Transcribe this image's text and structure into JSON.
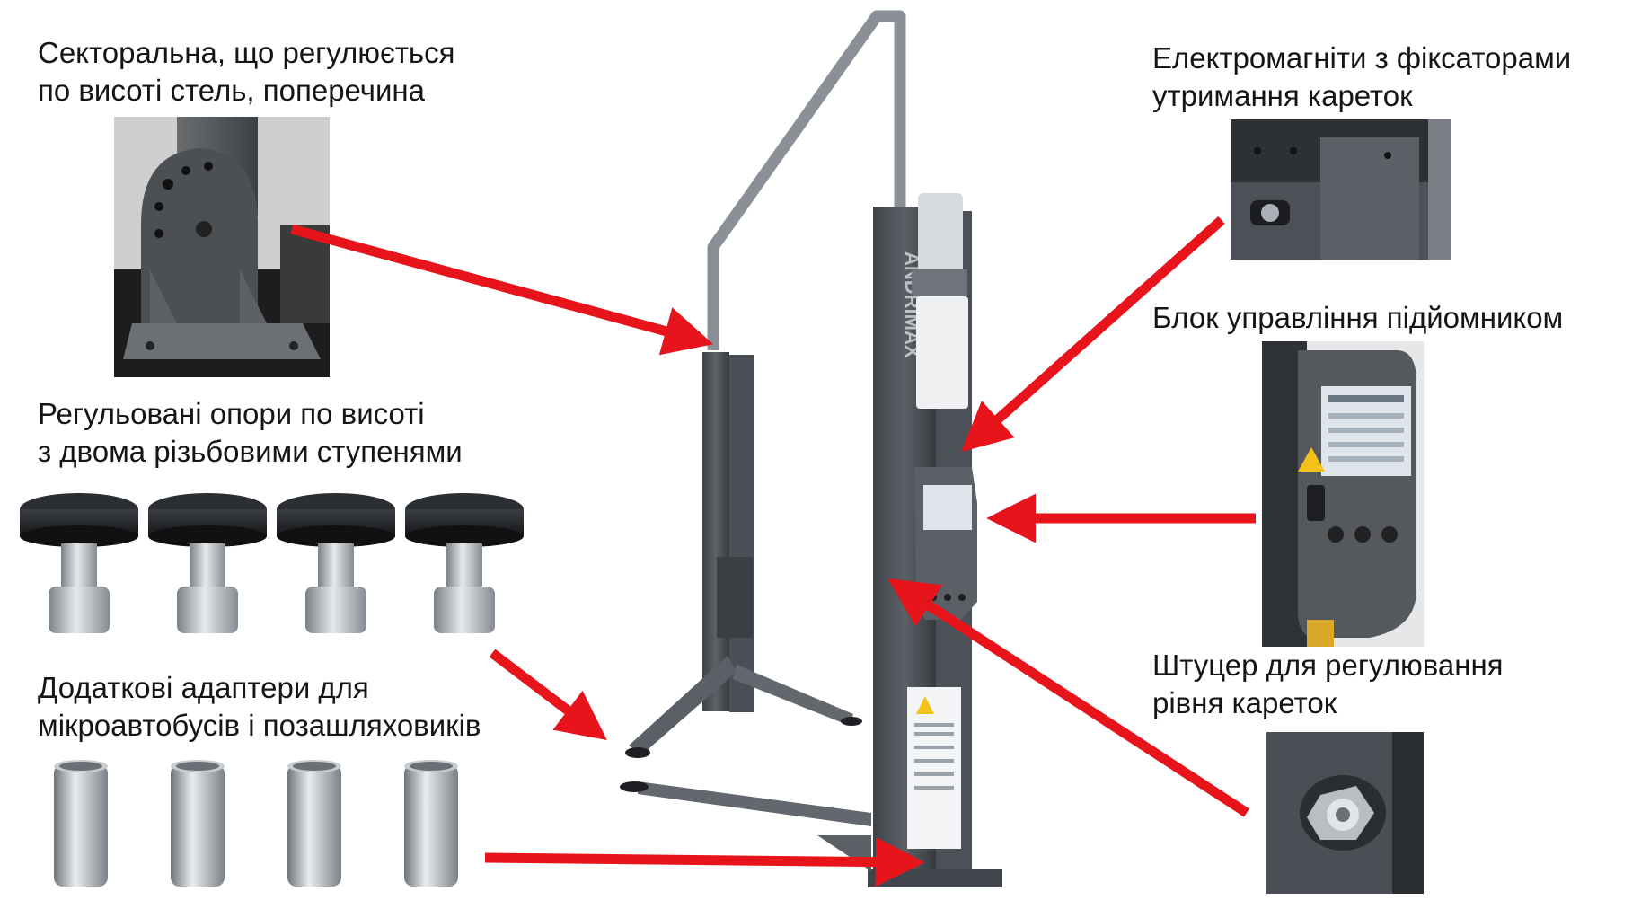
{
  "callouts": {
    "crossbar": {
      "line1": "Секторальна, що регулюється",
      "line2": "по висоті стель, поперечина"
    },
    "pads": {
      "line1": "Регульовані опори по висоті",
      "line2": "з двома різьбовими ступенями"
    },
    "adapters": {
      "line1": "Додаткові адаптери для",
      "line2": "мікроавтобусів і позашляховиків"
    },
    "magnets": {
      "line1": "Електромагніти з фіксаторами",
      "line2": "утримання кареток"
    },
    "control": {
      "line1": "Блок управління підйомником"
    },
    "fitting": {
      "line1": "Штуцер для регулювання",
      "line2": "рівня кареток"
    }
  },
  "brand": {
    "column_text": "ANDRIMAX"
  },
  "colors": {
    "arrow": "#e8141b",
    "steel": "#4f555c",
    "steel_dark": "#33383d",
    "silver": "#b9bec3"
  }
}
